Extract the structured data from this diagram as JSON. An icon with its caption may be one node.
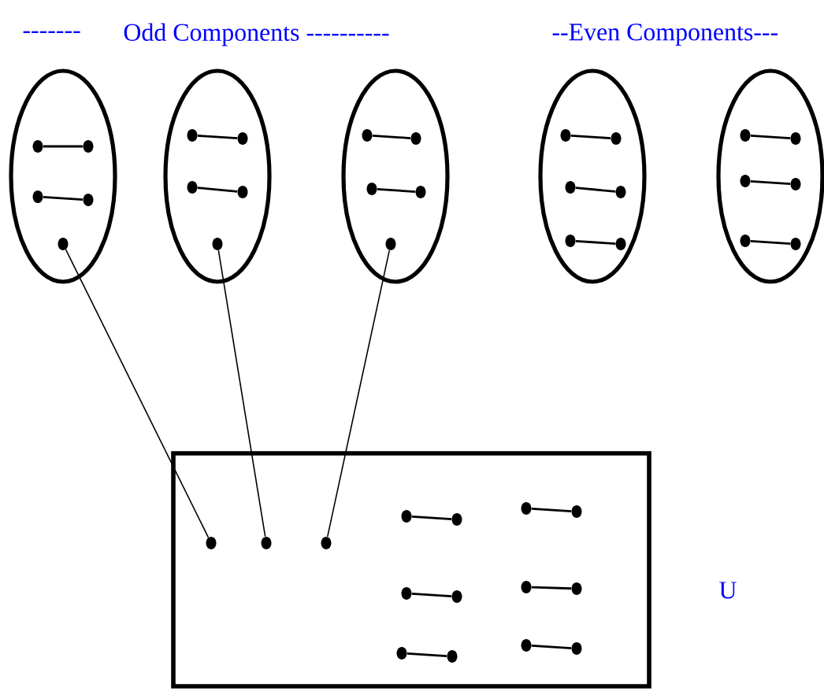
{
  "diagram": {
    "nodes": [
      {
        "text": [],
        "shape": "ellipse"
      },
      {
        "text": [],
        "shape": "circle",
        "in": 0
      },
      {
        "text": [],
        "shape": "circle",
        "in": 0
      },
      {
        "text": [],
        "shape": "circle",
        "in": 0
      },
      {
        "text": [],
        "shape": "circle",
        "in": 0
      },
      {
        "text": [],
        "shape": "circle",
        "in": 0
      },
      {
        "text": [],
        "shape": "ellipse"
      },
      {
        "text": [],
        "shape": "circle",
        "in": 6
      },
      {
        "text": [],
        "shape": "circle",
        "in": 6
      },
      {
        "text": [],
        "shape": "circle",
        "in": 6
      },
      {
        "text": [],
        "shape": "circle",
        "in": 6
      },
      {
        "text": [],
        "shape": "circle",
        "in": 6
      },
      {
        "text": [],
        "shape": "ellipse"
      },
      {
        "text": [],
        "shape": "circle",
        "in": 12
      },
      {
        "text": [],
        "shape": "circle",
        "in": 12
      },
      {
        "text": [],
        "shape": "circle",
        "in": 12
      },
      {
        "text": [],
        "shape": "circle",
        "in": 12
      },
      {
        "text": [],
        "shape": "circle",
        "in": 12
      },
      {
        "text": [],
        "shape": "ellipse"
      },
      {
        "text": [],
        "shape": "circle",
        "in": 18
      },
      {
        "text": [],
        "shape": "circle",
        "in": 18
      },
      {
        "text": [],
        "shape": "circle",
        "in": 18
      },
      {
        "text": [],
        "shape": "circle",
        "in": 18
      },
      {
        "text": [],
        "shape": "circle",
        "in": 18
      },
      {
        "text": [],
        "shape": "circle",
        "in": 18
      },
      {
        "text": [],
        "shape": "ellipse"
      },
      {
        "text": [],
        "shape": "circle",
        "in": 25
      },
      {
        "text": [],
        "shape": "circle",
        "in": 25
      },
      {
        "text": [],
        "shape": "circle",
        "in": 25
      },
      {
        "text": [],
        "shape": "circle",
        "in": 25
      },
      {
        "text": [],
        "shape": "circle",
        "in": 25
      },
      {
        "text": [],
        "shape": "circle",
        "in": 25
      },
      {
        "text": [],
        "shape": "box"
      },
      {
        "text": [],
        "shape": "circle",
        "in": 32
      },
      {
        "text": [],
        "shape": "circle",
        "in": 32
      },
      {
        "text": [],
        "shape": "circle",
        "in": 32
      },
      {
        "text": [],
        "shape": "circle",
        "in": 32
      },
      {
        "text": [],
        "shape": "circle",
        "in": 32
      },
      {
        "text": [],
        "shape": "circle",
        "in": 32
      },
      {
        "text": [],
        "shape": "circle",
        "in": 32
      },
      {
        "text": [],
        "shape": "circle",
        "in": 32
      },
      {
        "text": [],
        "shape": "circle",
        "in": 32
      },
      {
        "text": [],
        "shape": "circle",
        "in": 32
      },
      {
        "text": [],
        "shape": "circle",
        "in": 32
      },
      {
        "text": [],
        "shape": "circle",
        "in": 32
      },
      {
        "text": [],
        "shape": "circle",
        "in": 32
      },
      {
        "text": [],
        "shape": "circle",
        "in": 32
      },
      {
        "text": [],
        "shape": "circle",
        "in": 32
      }
    ],
    "edges": [
      {
        "from": 1,
        "to": 2,
        "arrow": "none"
      },
      {
        "from": 3,
        "to": 4,
        "arrow": "none"
      },
      {
        "from": 7,
        "to": 8,
        "arrow": "none"
      },
      {
        "from": 9,
        "to": 10,
        "arrow": "none"
      },
      {
        "from": 13,
        "to": 14,
        "arrow": "none"
      },
      {
        "from": 15,
        "to": 16,
        "arrow": "none"
      },
      {
        "from": 19,
        "to": 20,
        "arrow": "none"
      },
      {
        "from": 21,
        "to": 22,
        "arrow": "none"
      },
      {
        "from": 23,
        "to": 24,
        "arrow": "none"
      },
      {
        "from": 26,
        "to": 27,
        "arrow": "none"
      },
      {
        "from": 28,
        "to": 29,
        "arrow": "none"
      },
      {
        "from": 30,
        "to": 31,
        "arrow": "none"
      },
      {
        "from": 36,
        "to": 37,
        "arrow": "none"
      },
      {
        "from": 38,
        "to": 39,
        "arrow": "none"
      },
      {
        "from": 40,
        "to": 41,
        "arrow": "none"
      },
      {
        "from": 42,
        "to": 43,
        "arrow": "none"
      },
      {
        "from": 44,
        "to": 45,
        "arrow": "none"
      },
      {
        "from": 46,
        "to": 47,
        "arrow": "none"
      },
      {
        "from": 5,
        "to": 33,
        "arrow": "none"
      },
      {
        "from": 11,
        "to": 34,
        "arrow": "none"
      },
      {
        "from": 17,
        "to": 35,
        "arrow": "none"
      }
    ],
    "labels": [
      "-------",
      "Odd Components ----------",
      "--Even Components---",
      "U"
    ]
  }
}
